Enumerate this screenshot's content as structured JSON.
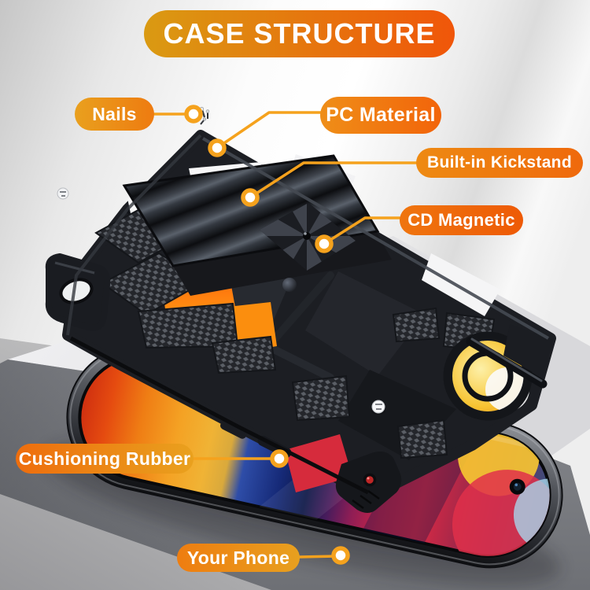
{
  "header": {
    "title": "CASE STRUCTURE",
    "gradient_from": "#DA9A12",
    "gradient_to": "#F0560A"
  },
  "callouts": [
    {
      "id": "nails",
      "label": "Nails",
      "gradient_from": "#E9A01E",
      "gradient_to": "#EE7B10"
    },
    {
      "id": "pc-material",
      "label": "PC Material",
      "gradient_from": "#EF8E18",
      "gradient_to": "#F2640A"
    },
    {
      "id": "built-in-kickstand",
      "label": "Built-in Kickstand",
      "gradient_from": "#EE8A12",
      "gradient_to": "#EF690C"
    },
    {
      "id": "cd-magnetic",
      "label": "CD Magnetic",
      "gradient_from": "#EF750F",
      "gradient_to": "#EE5A06"
    },
    {
      "id": "cushioning-rubber",
      "label": "Cushioning Rubber",
      "gradient_from": "#EE6D0D",
      "gradient_to": "#E9A11E"
    },
    {
      "id": "your-phone",
      "label": "Your Phone",
      "gradient_from": "#EE7D10",
      "gradient_to": "#E8A01F"
    }
  ],
  "style": {
    "label_text_color": "#FFFFFF",
    "callout_line_color": "#F5A21D",
    "marker_ring_color": "#F5A21D",
    "marker_fill": "#FFFFFF"
  }
}
